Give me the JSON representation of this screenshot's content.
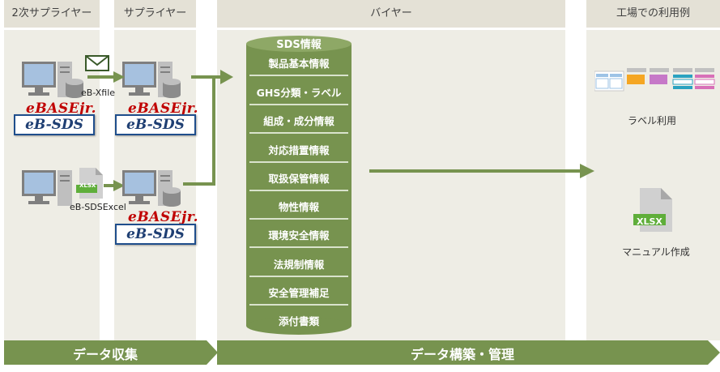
{
  "columns": {
    "tier2_supplier": "2次サプライヤー",
    "supplier": "サプライヤー",
    "buyer": "バイヤー",
    "factory": "工場での利用例"
  },
  "cylinder": {
    "title": "SDS情報",
    "items": [
      "製品基本情報",
      "GHS分類・ラベル",
      "組成・成分情報",
      "対応措置情報",
      "取扱保管情報",
      "物性情報",
      "環境安全情報",
      "法規制情報",
      "安全管理補足",
      "添付書類"
    ]
  },
  "logos": {
    "ebase": "eBASEjr.",
    "ebsds": "eB-SDS"
  },
  "labels": {
    "xfile": "eB-Xfile",
    "sds_excel": "eB-SDSExcel",
    "xlsx_small": "XLSX",
    "xlsx_big": "XLSX"
  },
  "factory_uses": {
    "label_use": "ラベル利用",
    "manual": "マニュアル作成"
  },
  "bands": {
    "collect": "データ収集",
    "build": "データ構築・管理"
  },
  "colors": {
    "green": "#77934f",
    "green_dark": "#5f7a3b",
    "label_blue": "#9dc3e6",
    "label_orange": "#f5a623",
    "label_purple": "#c678c8",
    "label_teal": "#2aa2c0",
    "label_pink": "#d870b8"
  },
  "icons": [
    "computer-icon",
    "database-icon",
    "envelope-icon",
    "xlsx-file-icon",
    "label-sheet-icon",
    "arrow-icon"
  ]
}
